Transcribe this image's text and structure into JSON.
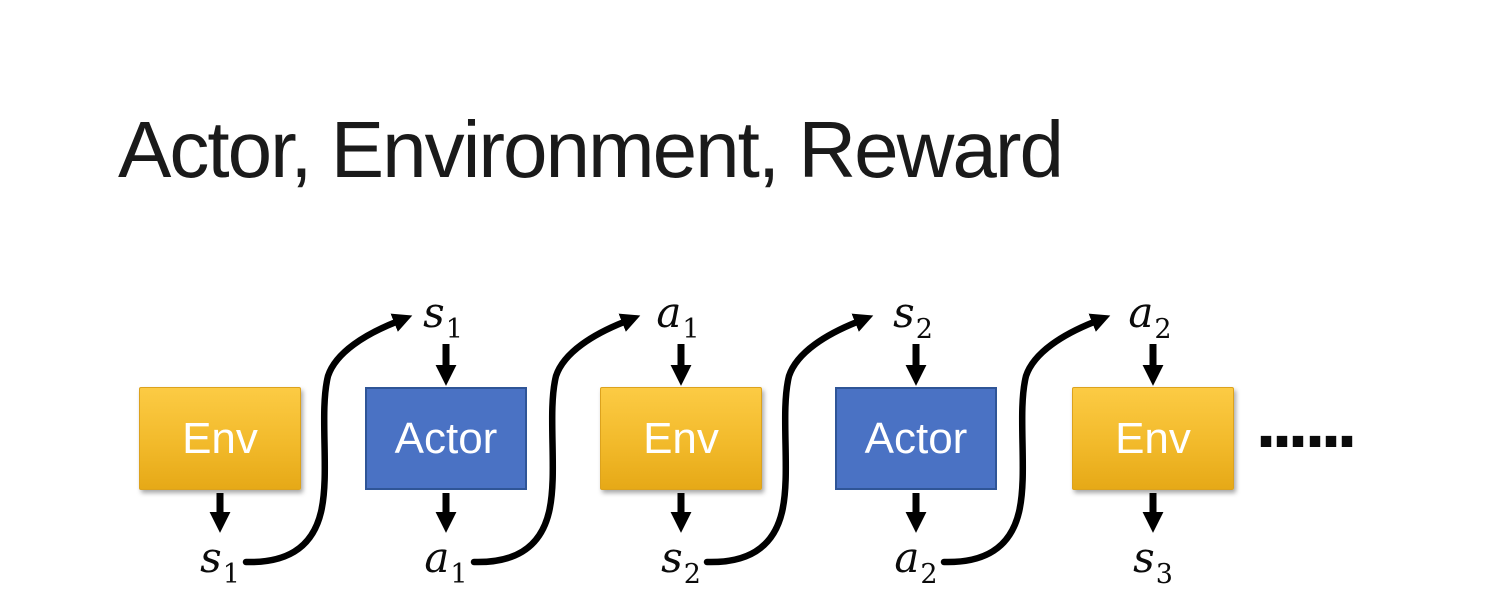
{
  "slide": {
    "title": "Actor, Environment, Reward"
  },
  "diagram": {
    "boxes": [
      {
        "id": "env-1",
        "type": "env",
        "label": "Env"
      },
      {
        "id": "actor-1",
        "type": "actor",
        "label": "Actor"
      },
      {
        "id": "env-2",
        "type": "env",
        "label": "Env"
      },
      {
        "id": "actor-2",
        "type": "actor",
        "label": "Actor"
      },
      {
        "id": "env-3",
        "type": "env",
        "label": "Env"
      }
    ],
    "top_labels": [
      {
        "base": "s",
        "sub": "1"
      },
      {
        "base": "a",
        "sub": "1"
      },
      {
        "base": "s",
        "sub": "2"
      },
      {
        "base": "a",
        "sub": "2"
      }
    ],
    "bottom_labels": [
      {
        "base": "s",
        "sub": "1"
      },
      {
        "base": "a",
        "sub": "1"
      },
      {
        "base": "s",
        "sub": "2"
      },
      {
        "base": "a",
        "sub": "2"
      },
      {
        "base": "s",
        "sub": "3"
      }
    ],
    "ellipsis": "……"
  },
  "colors": {
    "background": "#FFFFFF",
    "title_text": "#1A1A1A",
    "box_text": "#FFFFFF",
    "env_top": "#FCCB44",
    "env_mid": "#F2BA2B",
    "env_bottom": "#E6A917",
    "env_border": "#DCA21D",
    "actor_fill": "#4A72C4",
    "actor_border": "#2F5597",
    "arrow": "#000000"
  }
}
